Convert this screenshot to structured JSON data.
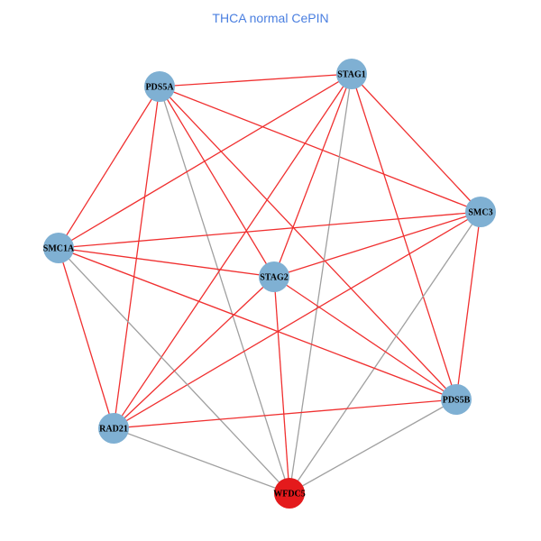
{
  "title": "THCA normal CePIN",
  "colors": {
    "title": "#4a7fe0",
    "node_default": "#7fb0d3",
    "node_highlight": "#e41a1c",
    "edge_red": "#f03030",
    "edge_gray": "#a0a0a0"
  },
  "nodes": [
    {
      "id": "PDS5A",
      "label": "PDS5A",
      "type": "default"
    },
    {
      "id": "STAG1",
      "label": "STAG1",
      "type": "default"
    },
    {
      "id": "SMC3",
      "label": "SMC3",
      "type": "default"
    },
    {
      "id": "SMC1A",
      "label": "SMC1A",
      "type": "default"
    },
    {
      "id": "STAG2",
      "label": "STAG2",
      "type": "default"
    },
    {
      "id": "PDS5B",
      "label": "PDS5B",
      "type": "default"
    },
    {
      "id": "RAD21",
      "label": "RAD21",
      "type": "default"
    },
    {
      "id": "WFDC5",
      "label": "WFDC5",
      "type": "highlight"
    }
  ],
  "edges": [
    {
      "source": "PDS5A",
      "target": "STAG1",
      "type": "red"
    },
    {
      "source": "PDS5A",
      "target": "SMC3",
      "type": "red"
    },
    {
      "source": "PDS5A",
      "target": "SMC1A",
      "type": "red"
    },
    {
      "source": "PDS5A",
      "target": "STAG2",
      "type": "red"
    },
    {
      "source": "PDS5A",
      "target": "PDS5B",
      "type": "red"
    },
    {
      "source": "PDS5A",
      "target": "RAD21",
      "type": "red"
    },
    {
      "source": "PDS5A",
      "target": "WFDC5",
      "type": "gray"
    },
    {
      "source": "STAG1",
      "target": "SMC3",
      "type": "red"
    },
    {
      "source": "STAG1",
      "target": "SMC1A",
      "type": "red"
    },
    {
      "source": "STAG1",
      "target": "STAG2",
      "type": "red"
    },
    {
      "source": "STAG1",
      "target": "PDS5B",
      "type": "red"
    },
    {
      "source": "STAG1",
      "target": "RAD21",
      "type": "red"
    },
    {
      "source": "STAG1",
      "target": "WFDC5",
      "type": "gray"
    },
    {
      "source": "SMC3",
      "target": "SMC1A",
      "type": "red"
    },
    {
      "source": "SMC3",
      "target": "STAG2",
      "type": "red"
    },
    {
      "source": "SMC3",
      "target": "PDS5B",
      "type": "red"
    },
    {
      "source": "SMC3",
      "target": "RAD21",
      "type": "red"
    },
    {
      "source": "SMC3",
      "target": "WFDC5",
      "type": "gray"
    },
    {
      "source": "SMC1A",
      "target": "STAG2",
      "type": "red"
    },
    {
      "source": "SMC1A",
      "target": "PDS5B",
      "type": "red"
    },
    {
      "source": "SMC1A",
      "target": "RAD21",
      "type": "red"
    },
    {
      "source": "SMC1A",
      "target": "WFDC5",
      "type": "gray"
    },
    {
      "source": "STAG2",
      "target": "PDS5B",
      "type": "red"
    },
    {
      "source": "STAG2",
      "target": "RAD21",
      "type": "red"
    },
    {
      "source": "STAG2",
      "target": "WFDC5",
      "type": "red"
    },
    {
      "source": "PDS5B",
      "target": "RAD21",
      "type": "red"
    },
    {
      "source": "PDS5B",
      "target": "WFDC5",
      "type": "gray"
    },
    {
      "source": "RAD21",
      "target": "WFDC5",
      "type": "gray"
    }
  ]
}
